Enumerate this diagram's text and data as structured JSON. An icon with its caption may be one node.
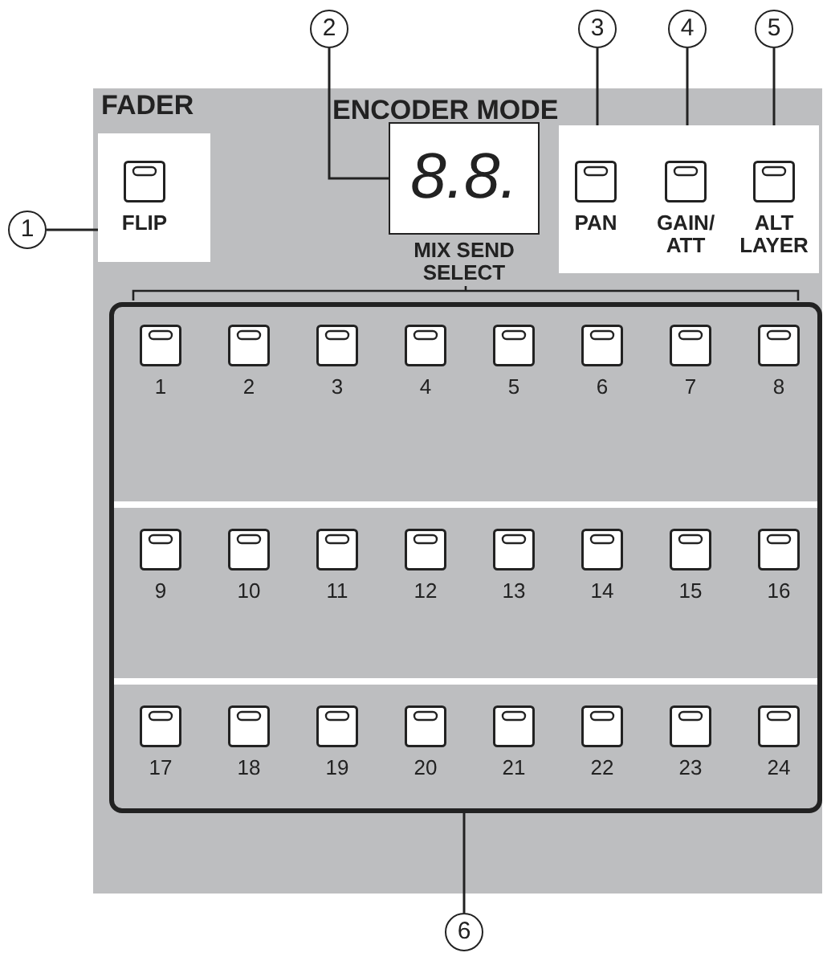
{
  "diagram": {
    "nodes": [
      {
        "text": [
          "FADER"
        ]
      },
      {
        "text": [
          "FLIP"
        ],
        "in": 0
      },
      {
        "text": [
          "ENCODER MODE"
        ]
      },
      {
        "text": [
          "8.8.",
          "MIX SEND SELECT"
        ],
        "in": 2
      },
      {
        "text": [
          "PAN"
        ],
        "in": 2
      },
      {
        "text": [
          "GAIN/ ATT"
        ],
        "in": 2
      },
      {
        "text": [
          "ALT LAYER"
        ],
        "in": 2
      },
      {
        "text": [],
        "shape": "box"
      },
      {
        "text": [
          "1"
        ],
        "in": 7
      },
      {
        "text": [
          "2"
        ],
        "in": 7
      },
      {
        "text": [
          "3"
        ],
        "in": 7
      },
      {
        "text": [
          "4"
        ],
        "in": 7
      },
      {
        "text": [
          "5"
        ],
        "in": 7
      },
      {
        "text": [
          "6"
        ],
        "in": 7
      },
      {
        "text": [
          "7"
        ],
        "in": 7
      },
      {
        "text": [
          "8"
        ],
        "in": 7
      },
      {
        "text": [
          "9"
        ],
        "in": 7
      },
      {
        "text": [
          "10"
        ],
        "in": 7
      },
      {
        "text": [
          "11"
        ],
        "in": 7
      },
      {
        "text": [
          "12"
        ],
        "in": 7
      },
      {
        "text": [
          "13"
        ],
        "in": 7
      },
      {
        "text": [
          "14"
        ],
        "in": 7
      },
      {
        "text": [
          "15"
        ],
        "in": 7
      },
      {
        "text": [
          "16"
        ],
        "in": 7
      },
      {
        "text": [
          "17"
        ],
        "in": 7
      },
      {
        "text": [
          "18"
        ],
        "in": 7
      },
      {
        "text": [
          "19"
        ],
        "in": 7
      },
      {
        "text": [
          "20"
        ],
        "in": 7
      },
      {
        "text": [
          "21"
        ],
        "in": 7
      },
      {
        "text": [
          "22"
        ],
        "in": 7
      },
      {
        "text": [
          "23"
        ],
        "in": 7
      },
      {
        "text": [
          "24"
        ],
        "in": 7
      },
      {
        "text": [
          "1"
        ]
      },
      {
        "text": [
          "2"
        ]
      },
      {
        "text": [
          "3"
        ]
      },
      {
        "text": [
          "4"
        ]
      },
      {
        "text": [
          "5"
        ]
      },
      {
        "text": [
          "6"
        ]
      }
    ],
    "edges": [
      {
        "from": 32,
        "to": 1,
        "arrow": "none"
      },
      {
        "from": 33,
        "to": 3,
        "arrow": "none"
      },
      {
        "from": 34,
        "to": 4,
        "arrow": "none"
      },
      {
        "from": 35,
        "to": 5,
        "arrow": "none"
      },
      {
        "from": 36,
        "to": 6,
        "arrow": "none"
      },
      {
        "from": 37,
        "to": 7,
        "arrow": "none"
      }
    ]
  }
}
